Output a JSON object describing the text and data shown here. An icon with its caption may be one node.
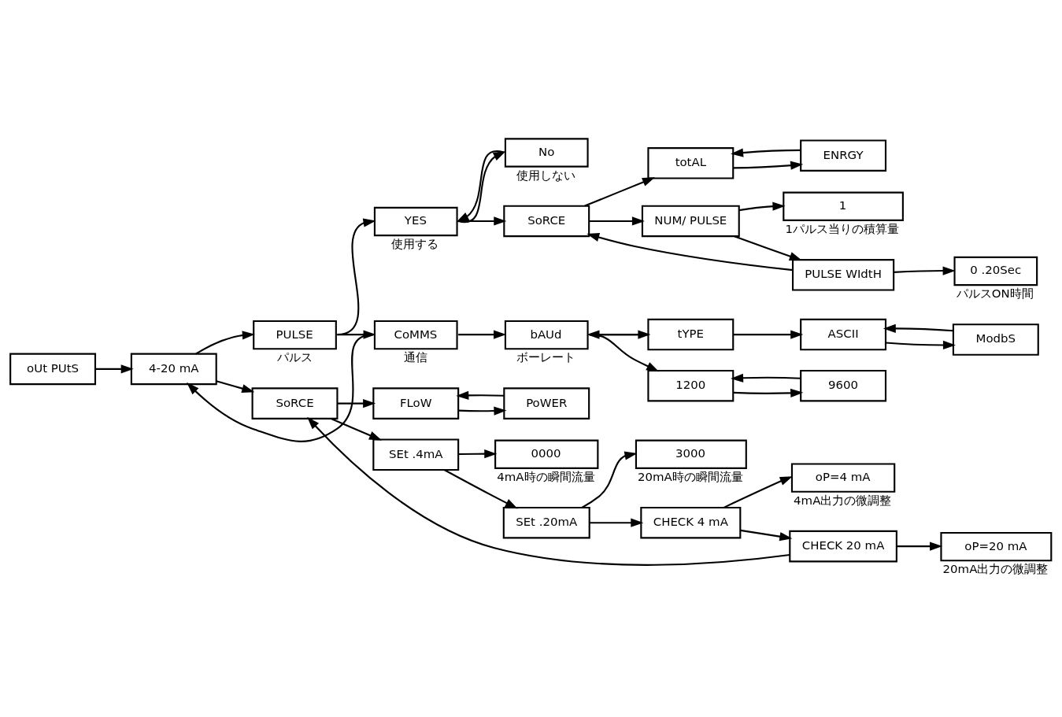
{
  "diagram": {
    "nodes": [
      {
        "text": [
          "oUt PUtS"
        ]
      },
      {
        "text": [
          "4-20 mA"
        ]
      },
      {
        "text": [
          "PULSE"
        ],
        "beside": [
          "パルス"
        ]
      },
      {
        "text": [
          "YES"
        ],
        "beside": [
          "使用する"
        ]
      },
      {
        "text": [
          "No"
        ],
        "beside": [
          "使用しない"
        ]
      },
      {
        "text": [
          "SoRCE"
        ]
      },
      {
        "text": [
          "totAL"
        ]
      },
      {
        "text": [
          "ENRGY"
        ]
      },
      {
        "text": [
          "NUM/ PULSE"
        ]
      },
      {
        "text": [
          "1"
        ],
        "beside": [
          "1パルス当りの積算量"
        ]
      },
      {
        "text": [
          "PULSE WIdtH"
        ]
      },
      {
        "text": [
          "0 .20Sec"
        ],
        "beside": [
          "パルスON時間"
        ]
      },
      {
        "text": [
          "SoRCE"
        ]
      },
      {
        "text": [
          "FLoW"
        ]
      },
      {
        "text": [
          "PoWER"
        ]
      },
      {
        "text": [
          "SEt .4mA"
        ]
      },
      {
        "text": [
          "0000"
        ],
        "beside": [
          "4mA時の瞬間流量"
        ]
      },
      {
        "text": [
          "SEt .20mA"
        ]
      },
      {
        "text": [
          "3000"
        ],
        "beside": [
          "20mA時の瞬間流量"
        ]
      },
      {
        "text": [
          "CHECK 4 mA"
        ]
      },
      {
        "text": [
          "oP=4 mA"
        ],
        "beside": [
          "4mA出力の微調整"
        ]
      },
      {
        "text": [
          "CHECK 20 mA"
        ]
      },
      {
        "text": [
          "oP=20 mA"
        ],
        "beside": [
          "20mA出力の微調整"
        ]
      },
      {
        "text": [
          "CoMMS"
        ],
        "beside": [
          "通信"
        ]
      },
      {
        "text": [
          "bAUd"
        ],
        "beside": [
          "ボーレート"
        ]
      },
      {
        "text": [
          "tYPE"
        ]
      },
      {
        "text": [
          "ASCII"
        ]
      },
      {
        "text": [
          "ModbS"
        ]
      },
      {
        "text": [
          "1200"
        ]
      },
      {
        "text": [
          "9600"
        ]
      }
    ],
    "edges": [
      {
        "from": 0,
        "to": 1,
        "arrow": "to"
      },
      {
        "from": 1,
        "to": 2,
        "arrow": "to"
      },
      {
        "from": 1,
        "to": 12,
        "arrow": "to"
      },
      {
        "from": 2,
        "to": 23,
        "arrow": "to"
      },
      {
        "from": 23,
        "to": 1,
        "arrow": "to"
      },
      {
        "from": 2,
        "to": 3,
        "arrow": "to"
      },
      {
        "from": 3,
        "to": 4,
        "arrow": "to"
      },
      {
        "from": 4,
        "to": 3,
        "arrow": "to"
      },
      {
        "from": 3,
        "to": 5,
        "arrow": "to"
      },
      {
        "from": 5,
        "to": 6,
        "arrow": "to"
      },
      {
        "from": 6,
        "to": 7,
        "arrow": "to"
      },
      {
        "from": 7,
        "to": 6,
        "arrow": "to"
      },
      {
        "from": 5,
        "to": 8,
        "arrow": "to"
      },
      {
        "from": 8,
        "to": 9,
        "arrow": "to"
      },
      {
        "from": 8,
        "to": 10,
        "arrow": "to"
      },
      {
        "from": 10,
        "to": 5,
        "arrow": "to"
      },
      {
        "from": 10,
        "to": 11,
        "arrow": "to"
      },
      {
        "from": 12,
        "to": 13,
        "arrow": "to"
      },
      {
        "from": 13,
        "to": 14,
        "arrow": "to"
      },
      {
        "from": 14,
        "to": 13,
        "arrow": "to"
      },
      {
        "from": 12,
        "to": 15,
        "arrow": "to"
      },
      {
        "from": 15,
        "to": 16,
        "arrow": "to"
      },
      {
        "from": 15,
        "to": 17,
        "arrow": "to"
      },
      {
        "from": 17,
        "to": 18,
        "arrow": "to"
      },
      {
        "from": 17,
        "to": 19,
        "arrow": "to"
      },
      {
        "from": 19,
        "to": 20,
        "arrow": "to"
      },
      {
        "from": 19,
        "to": 21,
        "arrow": "to"
      },
      {
        "from": 21,
        "to": 22,
        "arrow": "to"
      },
      {
        "from": 21,
        "to": 12,
        "arrow": "to"
      },
      {
        "from": 23,
        "to": 24,
        "arrow": "to"
      },
      {
        "from": 24,
        "to": 25,
        "arrow": "to"
      },
      {
        "from": 25,
        "to": 24,
        "arrow": "to"
      },
      {
        "from": 24,
        "to": 28,
        "arrow": "to"
      },
      {
        "from": 28,
        "to": 29,
        "arrow": "to"
      },
      {
        "from": 29,
        "to": 28,
        "arrow": "to"
      },
      {
        "from": 25,
        "to": 26,
        "arrow": "to"
      },
      {
        "from": 26,
        "to": 27,
        "arrow": "to"
      },
      {
        "from": 27,
        "to": 26,
        "arrow": "to"
      }
    ]
  }
}
